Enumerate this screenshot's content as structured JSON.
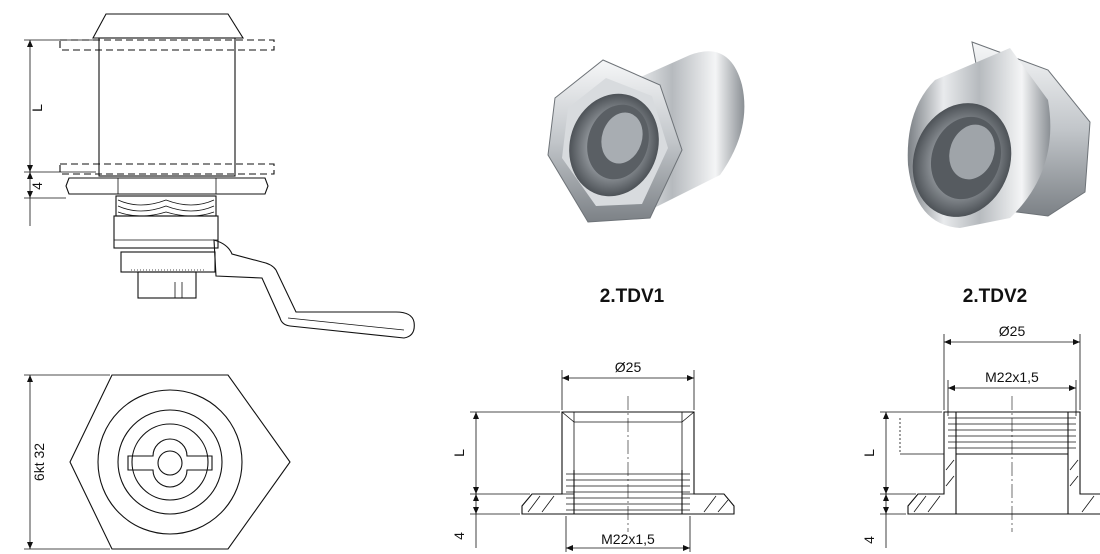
{
  "labels": {
    "dim_L": "L",
    "dim_4": "4",
    "dim_hex": "6kt 32",
    "dim_d25": "Ø25",
    "dim_thread": "M22x1,5"
  },
  "products": [
    {
      "caption": "2.TDV1"
    },
    {
      "caption": "2.TDV2"
    }
  ],
  "colors": {
    "line": "#111111",
    "metal_light": "#f2f3f4",
    "metal_mid": "#b8bcc0",
    "metal_dark": "#6e7378"
  }
}
